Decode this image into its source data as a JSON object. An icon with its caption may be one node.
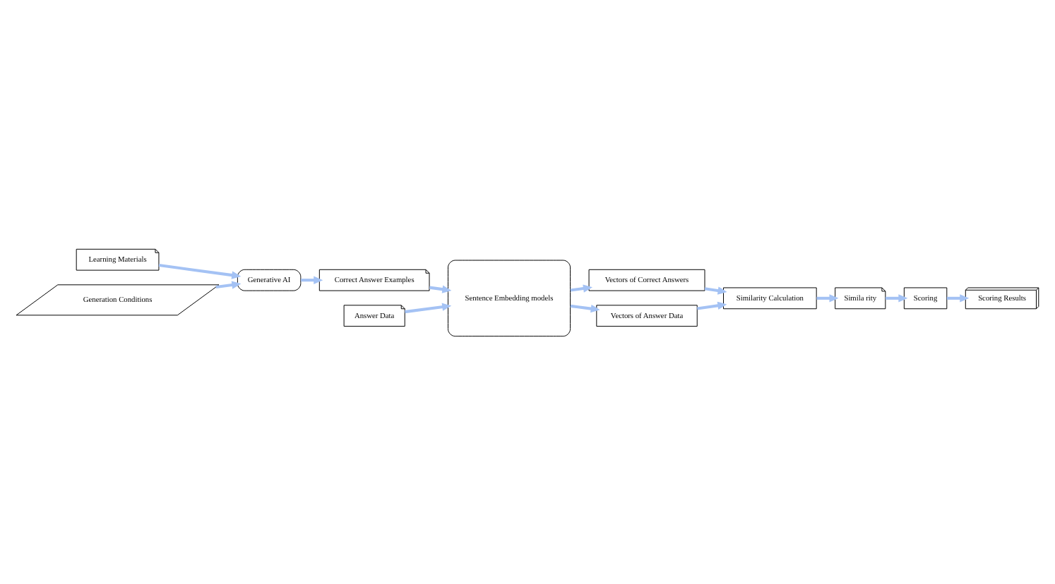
{
  "diagram": {
    "nodes": [
      {
        "text": [
          "Learning Materials"
        ]
      },
      {
        "text": [
          "Generation Conditions"
        ]
      },
      {
        "text": [
          "Generative AI"
        ]
      },
      {
        "text": [
          "Correct Answer Examples"
        ]
      },
      {
        "text": [
          "Sentence Embedding models"
        ]
      },
      {
        "text": [
          "Vectors of Correct Answers"
        ]
      },
      {
        "text": [
          "Similarity Calculation"
        ]
      },
      {
        "text": [
          "Simila rity"
        ]
      },
      {
        "text": [
          "Scoring"
        ]
      },
      {
        "text": [
          "Scoring Results"
        ]
      },
      {
        "text": [
          "Answer Data"
        ]
      },
      {
        "text": [
          "Vectors of Answer Data"
        ]
      }
    ],
    "edges": [
      {
        "from": 0,
        "to": 2,
        "arrow": "to"
      },
      {
        "from": 1,
        "to": 2,
        "arrow": "to"
      },
      {
        "from": 2,
        "to": 3,
        "arrow": "to"
      },
      {
        "from": 3,
        "to": 4,
        "arrow": "to"
      },
      {
        "from": 4,
        "to": 5,
        "arrow": "to"
      },
      {
        "from": 5,
        "to": 6,
        "arrow": "to"
      },
      {
        "from": 11,
        "to": 6,
        "arrow": "to"
      },
      {
        "from": 6,
        "to": 7,
        "arrow": "to"
      },
      {
        "from": 7,
        "to": 8,
        "arrow": "to"
      },
      {
        "from": 8,
        "to": 9,
        "arrow": "to"
      },
      {
        "from": 10,
        "to": 4,
        "arrow": "to"
      },
      {
        "from": 4,
        "to": 11,
        "arrow": "to"
      }
    ]
  }
}
